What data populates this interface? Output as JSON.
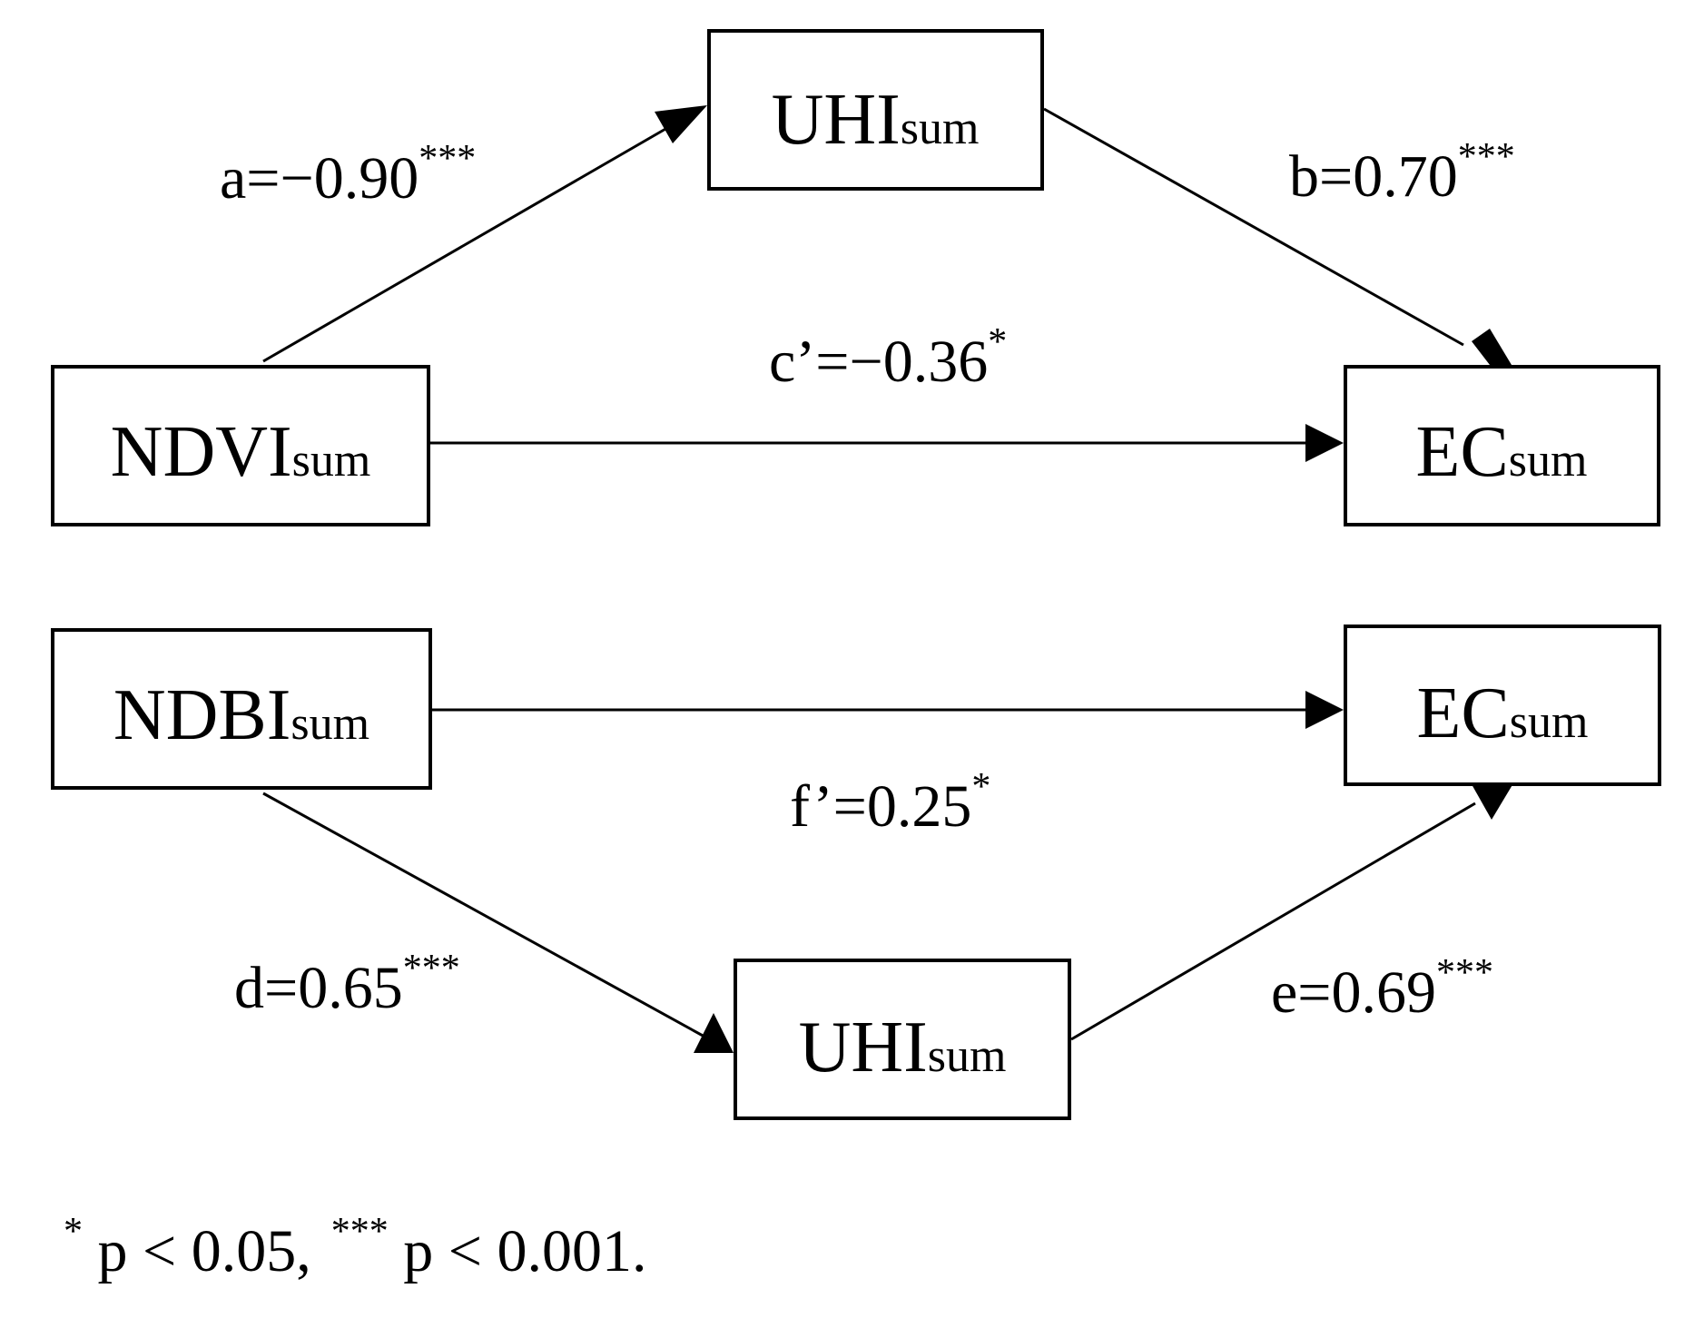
{
  "model1": {
    "ndvi": {
      "main": "NDVI",
      "sub": "sum"
    },
    "uhi": {
      "main": "UHI",
      "sub": "sum"
    },
    "ec": {
      "main": "EC",
      "sub": "sum"
    },
    "path_a": {
      "text": "a=−0.90",
      "sig": "***"
    },
    "path_b": {
      "text": "b=0.70",
      "sig": "***"
    },
    "path_c": {
      "text": "c’=−0.36",
      "sig": "*"
    }
  },
  "model2": {
    "ndbi": {
      "main": "NDBI",
      "sub": "sum"
    },
    "uhi": {
      "main": "UHI",
      "sub": "sum"
    },
    "ec": {
      "main": "EC",
      "sub": "sum"
    },
    "path_d": {
      "text": "d=0.65",
      "sig": "***"
    },
    "path_e": {
      "text": "e=0.69",
      "sig": "***"
    },
    "path_f": {
      "text": "f’=0.25",
      "sig": "*"
    }
  },
  "note": {
    "sig1_mark": "*",
    "sig1_text": " p < 0.05,",
    "sig2_mark": "***",
    "sig2_text": " p < 0.001."
  }
}
